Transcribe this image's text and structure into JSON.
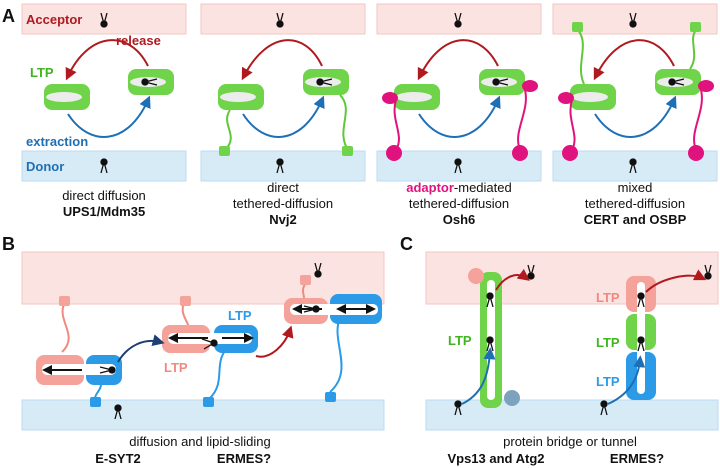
{
  "panels": {
    "A": {
      "label": "A",
      "side_labels": {
        "acceptor": "Acceptor",
        "donor": "Donor",
        "ltp": "LTP",
        "release": "release",
        "extraction": "extraction"
      },
      "captions": [
        {
          "lines": [
            "direct diffusion"
          ],
          "bold": "UPS1/Mdm35"
        },
        {
          "lines": [
            "direct",
            "tethered-diffusion"
          ],
          "bold": "Nvj2"
        },
        {
          "lines": [
            "tethered-diffusion"
          ],
          "highlight": "adaptor",
          "highlight_rest": "-mediated",
          "bold": "Osh6"
        },
        {
          "lines": [
            "mixed",
            "tethered-diffusion"
          ],
          "bold": "CERT and OSBP"
        }
      ]
    },
    "B": {
      "label": "B",
      "ltp_labels": [
        "LTP",
        "LTP"
      ],
      "caption_line": "diffusion and lipid-sliding",
      "bold_left": "E-SYT2",
      "bold_right": "ERMES?"
    },
    "C": {
      "label": "C",
      "ltp_labels": [
        "LTP",
        "LTP",
        "LTP",
        "LTP"
      ],
      "caption_line": "protein bridge or tunnel",
      "bold_left": "Vps13 and Atg2",
      "bold_right": "ERMES?"
    }
  },
  "colors": {
    "acceptor_fill": "#fbe3e1",
    "donor_fill": "#d7ebf7",
    "ltp_green": "#6fd44a",
    "ltp_blue": "#2b9be8",
    "ltp_salmon": "#f4a29a",
    "adaptor_magenta": "#e0127e",
    "release_red": "#b0191e",
    "extraction_blue": "#1f6fb5"
  }
}
